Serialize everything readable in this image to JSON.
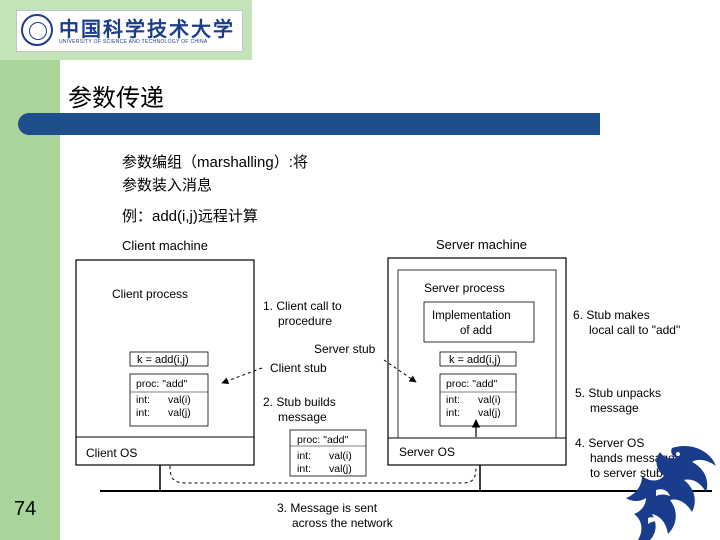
{
  "logo": {
    "cn_name": "中国科学技术大学",
    "en_name": "UNIVERSITY OF SCIENCE AND TECHNOLOGY OF CHINA"
  },
  "slide": {
    "title": "参数传递",
    "bullet1_line1": "参数编组（marshalling）:将",
    "bullet1_line2": "参数装入消息",
    "bullet2": "例：add(i,j)远程计算",
    "page_number": "74"
  },
  "diagram": {
    "client_machine": "Client machine",
    "server_machine": "Server machine",
    "client_process": "Client process",
    "server_process": "Server process",
    "implementation_l1": "Implementation",
    "implementation_l2": "of add",
    "client_call": "k = add(i,j)",
    "server_call": "k = add(i,j)",
    "client_stub": "Client stub",
    "server_stub": "Server stub",
    "client_os": "Client OS",
    "server_os": "Server OS",
    "msg_proc": "proc: \"add\"",
    "msg_int1": "int:",
    "msg_val1": "val(i)",
    "msg_int2": "int:",
    "msg_val2": "val(j)",
    "step1_l1": "1. Client call to",
    "step1_l2": "procedure",
    "step2_l1": "2. Stub builds",
    "step2_l2": "message",
    "step3_l1": "3. Message is sent",
    "step3_l2": "across the network",
    "step4_l1": "4. Server OS",
    "step4_l2": "hands message",
    "step4_l3": "to server stub",
    "step5_l1": "5. Stub unpacks",
    "step5_l2": "message",
    "step6_l1": "6. Stub makes",
    "step6_l2": "local call to \"add\""
  },
  "colors": {
    "sidebar": "#a9d59a",
    "title_bar": "#1f4e8c",
    "logo_blue": "#1c3d8a",
    "dragon_blue": "#1a3c8c"
  }
}
